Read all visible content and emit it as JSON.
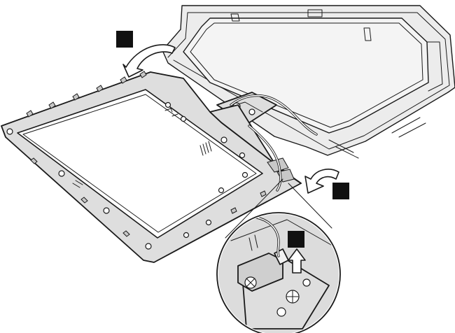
{
  "illustration": {
    "subject": "lcd-bezel-removal",
    "step_badge_color": "#111111",
    "line_color": "#1a1a1a",
    "steps": [
      {
        "icon": "step-badge-1",
        "arrow": "curved-arrow-1"
      },
      {
        "icon": "step-badge-2",
        "arrow": "curved-arrow-2"
      },
      {
        "icon": "step-badge-3",
        "arrow": "up-arrow-3"
      }
    ],
    "detail_view": "magnifier-circle"
  }
}
